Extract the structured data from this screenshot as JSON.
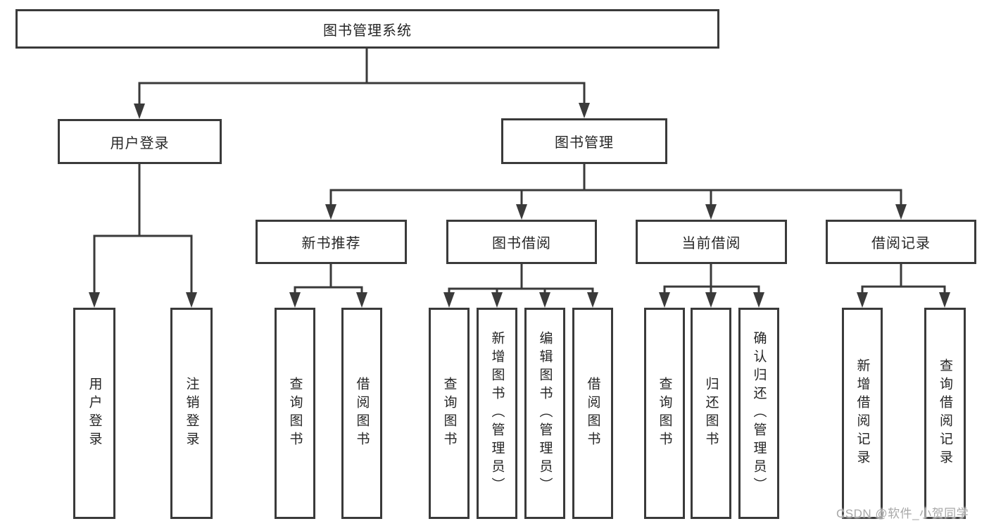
{
  "diagram": {
    "root": {
      "label": "图书管理系统"
    },
    "level2": [
      {
        "id": "user-login",
        "label": "用户登录"
      },
      {
        "id": "book-management",
        "label": "图书管理"
      }
    ],
    "level3": [
      {
        "id": "new-book-recommend",
        "label": "新书推荐",
        "parent": "图书管理"
      },
      {
        "id": "book-borrow",
        "label": "图书借阅",
        "parent": "图书管理"
      },
      {
        "id": "current-borrow",
        "label": "当前借阅",
        "parent": "图书管理"
      },
      {
        "id": "borrow-record",
        "label": "借阅记录",
        "parent": "图书管理"
      }
    ],
    "leaves": [
      {
        "parent": "用户登录",
        "label": "用户登录"
      },
      {
        "parent": "用户登录",
        "label": "注销登录"
      },
      {
        "parent": "新书推荐",
        "label": "查询图书"
      },
      {
        "parent": "新书推荐",
        "label": "借阅图书"
      },
      {
        "parent": "图书借阅",
        "label": "查询图书"
      },
      {
        "parent": "图书借阅",
        "label": "新增图书（管理员）"
      },
      {
        "parent": "图书借阅",
        "label": "编辑图书（管理员）"
      },
      {
        "parent": "图书借阅",
        "label": "借阅图书"
      },
      {
        "parent": "当前借阅",
        "label": "查询图书"
      },
      {
        "parent": "当前借阅",
        "label": "归还图书"
      },
      {
        "parent": "当前借阅",
        "label": "确认归还（管理员）"
      },
      {
        "parent": "借阅记录",
        "label": "新增借阅记录"
      },
      {
        "parent": "借阅记录",
        "label": "查询借阅记录"
      }
    ],
    "watermark": "CSDN @软件_小贺同学",
    "colors": {
      "line": "#3a3a3a",
      "box_border": "#3a3a3a",
      "box_fill": "#ffffff",
      "text": "#262626",
      "watermark": "#a8a8a8",
      "background": "#ffffff"
    }
  }
}
